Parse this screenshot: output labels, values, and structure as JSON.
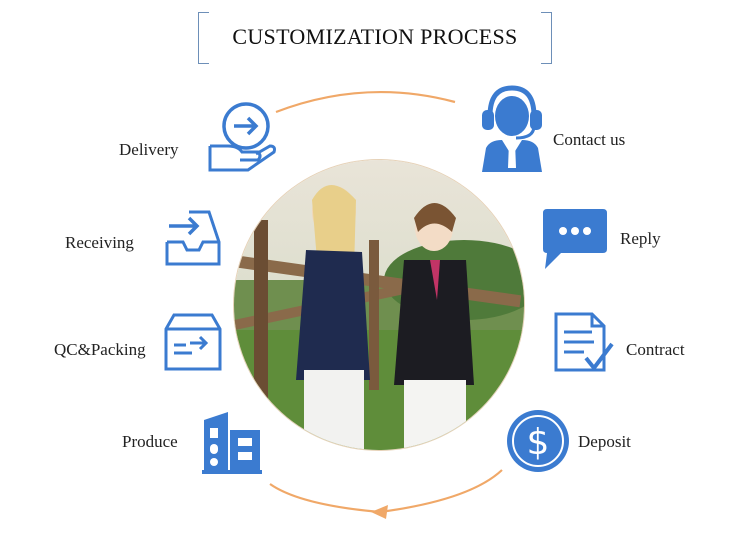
{
  "title": "CUSTOMIZATION PROCESS",
  "steps": {
    "contact_us": "Contact us",
    "reply": "Reply",
    "contract": "Contract",
    "deposit": "Deposit",
    "produce": "Produce",
    "qc_packing": "QC&Packing",
    "receiving": "Receiving",
    "delivery": "Delivery"
  },
  "icons": {
    "contact_us": "headset-agent-icon",
    "reply": "chat-bubble-icon",
    "contract": "document-check-icon",
    "deposit": "dollar-coin-icon",
    "produce": "factory-building-icon",
    "qc_packing": "box-arrow-icon",
    "receiving": "inbox-arrow-icon",
    "delivery": "hand-delivery-icon"
  },
  "colors": {
    "icon_blue": "#3b7bd0",
    "arc_orange": "#f0a868",
    "title_border": "#6d8fb8"
  }
}
